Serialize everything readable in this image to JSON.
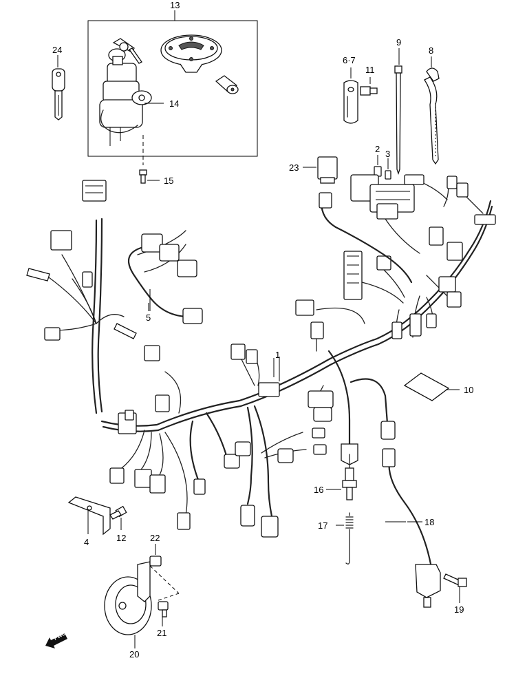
{
  "callouts": [
    {
      "id": "c13",
      "text": "13"
    },
    {
      "id": "c24",
      "text": "24"
    },
    {
      "id": "c14",
      "text": "14"
    },
    {
      "id": "c15",
      "text": "15"
    },
    {
      "id": "c67",
      "text": "6·7"
    },
    {
      "id": "c11",
      "text": "11"
    },
    {
      "id": "c9",
      "text": "9"
    },
    {
      "id": "c8",
      "text": "8"
    },
    {
      "id": "c2",
      "text": "2"
    },
    {
      "id": "c3",
      "text": "3"
    },
    {
      "id": "c23",
      "text": "23"
    },
    {
      "id": "c5",
      "text": "5"
    },
    {
      "id": "c1",
      "text": "1"
    },
    {
      "id": "c10",
      "text": "10"
    },
    {
      "id": "c16",
      "text": "16"
    },
    {
      "id": "c17",
      "text": "17"
    },
    {
      "id": "c18",
      "text": "18"
    },
    {
      "id": "c4",
      "text": "4"
    },
    {
      "id": "c12",
      "text": "12"
    },
    {
      "id": "c22",
      "text": "22"
    },
    {
      "id": "c21",
      "text": "21"
    },
    {
      "id": "c20",
      "text": "20"
    },
    {
      "id": "c19",
      "text": "19"
    }
  ],
  "fwd_label": "FWD"
}
